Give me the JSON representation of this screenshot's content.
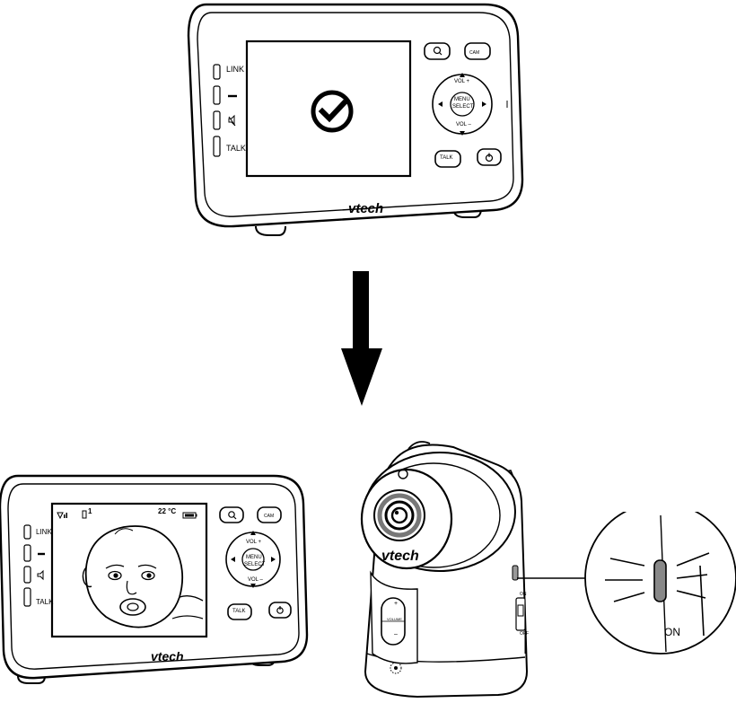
{
  "top_monitor": {
    "brand": "vtech",
    "side_labels": [
      "LINK",
      "TALK"
    ],
    "buttons": {
      "zoom": "zoom-icon",
      "cam": "CAM",
      "vol_up": "VOL +",
      "menu": "MENU",
      "select": "SELECT",
      "vol_down": "VOL –",
      "talk": "TALK",
      "power": "power-icon"
    },
    "screen_icon": "checkmark-circle-icon"
  },
  "arrow": {
    "icon": "arrow-down-icon"
  },
  "bottom_monitor": {
    "brand": "vtech",
    "side_labels": [
      "LINK",
      "TALK"
    ],
    "status": {
      "camera_number": "1",
      "temperature": "22 °C"
    },
    "buttons": {
      "zoom": "zoom-icon",
      "cam": "CAM",
      "vol_up": "VOL +",
      "menu": "MENU",
      "select": "SELECT",
      "vol_down": "VOL –",
      "talk": "TALK",
      "power": "power-icon"
    },
    "screen_image": "baby-face-illustration"
  },
  "camera": {
    "brand": "vtech",
    "volume_label": "VOLUME",
    "volume_plus": "+",
    "volume_minus": "–",
    "switch_on": "ON",
    "switch_off": "OFF"
  },
  "zoom_callout": {
    "label": "ON",
    "indicator": "power-led-glowing"
  },
  "colors": {
    "line": "#000000",
    "led": "#888888",
    "background": "#ffffff"
  }
}
